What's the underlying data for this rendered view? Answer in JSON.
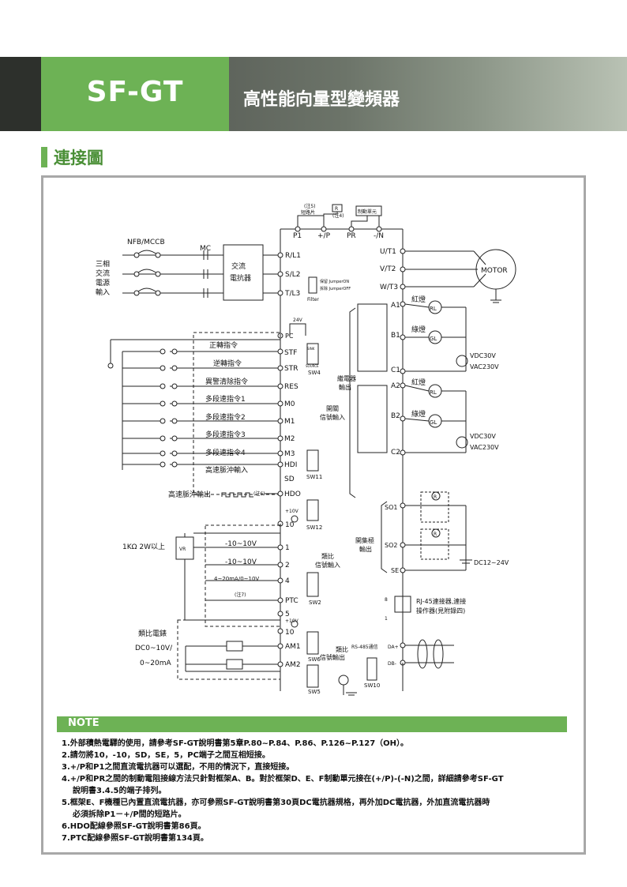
{
  "header": {
    "product": "SF-GT",
    "title": "高性能向量型變頻器"
  },
  "section": {
    "title": "連接圖"
  },
  "diagram": {
    "power_input": [
      "三相",
      "交流",
      "電源",
      "輸入"
    ],
    "breaker": "NFB/MCCB",
    "mc": "MC",
    "reactor": [
      "交流",
      "電抗器"
    ],
    "filter_jumper_on": "保留 JumperON",
    "filter_jumper_off": "拆除 JumperOFF",
    "filter": "Filter",
    "dc_note": [
      "(注5)",
      "短路片"
    ],
    "r_label": "R",
    "note4": "(注4)",
    "brake_unit": "制動單元",
    "dc_terms": [
      "P1",
      "+/P",
      "PR",
      "-/N"
    ],
    "input_terms": [
      "R/L1",
      "S/L2",
      "T/L3"
    ],
    "output_terms": [
      "U/T1",
      "V/T2",
      "W/T3"
    ],
    "motor": "MOTOR",
    "pc": "PC",
    "v24": "24V",
    "sw4": "SW4",
    "sink": "SINK",
    "source": "SOURCE",
    "di_labels": [
      "正轉指令",
      "逆轉指令",
      "異警清除指令",
      "多段速指令1",
      "多段速指令2",
      "多段速指令3",
      "多段速指令4",
      "高速脈沖輸入"
    ],
    "di_terms": [
      "STF",
      "STR",
      "RES",
      "M0",
      "M1",
      "M2",
      "M3",
      "HDI",
      "SD"
    ],
    "switch_input": [
      "開關",
      "信號輸入"
    ],
    "sw11": "SW11",
    "relay_out": [
      "繼電器",
      "輸出"
    ],
    "relay_terms": [
      "A1",
      "B1",
      "C1",
      "A2",
      "B2",
      "C2"
    ],
    "red_lamp": "紅燈",
    "green_lamp": "綠燈",
    "rl": "RL",
    "gl": "GL",
    "vdc": "VDC30V",
    "vac": "VAC230V",
    "hdo_label": "高速脈沖輸出",
    "note6": "(注6)",
    "hdo": "HDO",
    "sw12": "SW12",
    "plus10": "+10V",
    "t10": "10",
    "vr_label": "1KΩ  2W以上",
    "vr": "VR",
    "ai_ranges": [
      "-10~10V",
      "-10~10V",
      "4~20mA/0~10V",
      "(注7)"
    ],
    "ai_terms": [
      "1",
      "2",
      "4",
      "PTC",
      "5"
    ],
    "analog_in": [
      "類比",
      "信號輸入"
    ],
    "sw2": "SW2",
    "oc_out": [
      "開集極",
      "輸出"
    ],
    "so_terms": [
      "SO1",
      "SO2",
      "SE"
    ],
    "dc12": "DC12~24V",
    "r_small": "R",
    "rj45": [
      "RJ-45連接器,連接",
      "操作器(見附錄四)"
    ],
    "pin8": "8",
    "pin1": "1",
    "meter": [
      "類比電錶",
      "DC0~10V/",
      "0~20mA"
    ],
    "ao_terms": [
      "10",
      "AM1",
      "AM2"
    ],
    "sw6": "SW6",
    "sw5": "SW5",
    "analog_out": [
      "類比",
      "信號輸出"
    ],
    "rs485": "RS-485通信",
    "da": "DA+",
    "db": "DB-",
    "sw10": "SW10"
  },
  "notes": {
    "label": "NOTE",
    "items": [
      "1.外部積熱電驛的使用，請參考SF-GT說明書第5章P.80~P.84、P.86、P.126~P.127（OH）。",
      "2.請勿將10，-10，SD，SE，5，PC端子之間互相短接。",
      "3.+/P和P1之間直流電抗器可以選配，不用的情況下，直接短接。",
      "4.+/P和PR之間的制動電阻接線方法只針對框架A、B。對於框架D、E、F制動單元接在(+/P)-(-N)之間，詳細請參考SF-GT",
      "說明書3.4.5的端子排列。",
      "5.框架E、F機種已內置直流電抗器，亦可參照SF-GT說明書第30頁DC電抗器規格，再外加DC電抗器，外加直流電抗器時",
      "必須拆除P1－+/P間的短路片。",
      "6.HDO配線參照SF-GT說明書第86頁。",
      "7.PTC配線參照SF-GT說明書第134頁。"
    ]
  }
}
